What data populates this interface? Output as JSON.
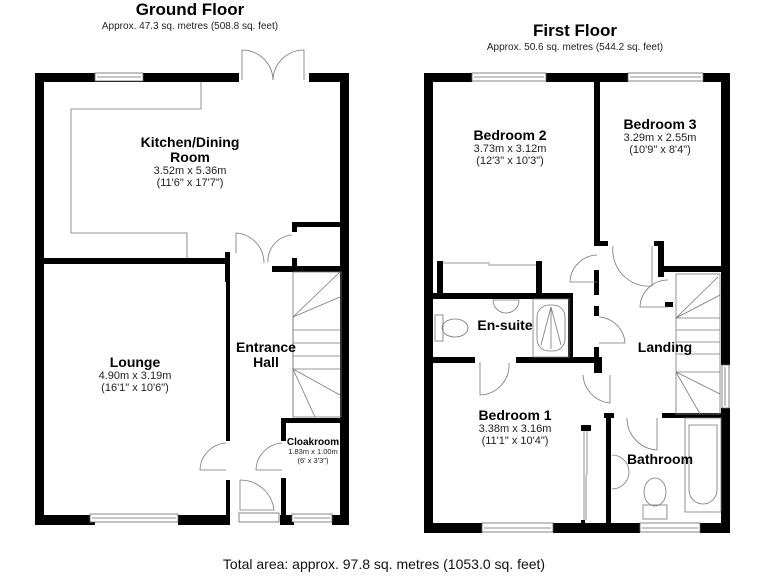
{
  "ground_floor": {
    "title": "Ground Floor",
    "area": "Approx. 47.3 sq. metres (508.8 sq. feet)",
    "rooms": {
      "kitchen": {
        "name": "Kitchen/Dining Room",
        "name_line1": "Kitchen/Dining",
        "name_line2": "Room",
        "metric": "3.52m x 5.36m",
        "imperial": "(11'6\" x 17'7\")"
      },
      "lounge": {
        "name": "Lounge",
        "metric": "4.90m x 3.19m",
        "imperial": "(16'1\" x 10'6\")"
      },
      "entrance_hall": {
        "name": "Entrance Hall",
        "name_line1": "Entrance",
        "name_line2": "Hall"
      },
      "cloakroom": {
        "name": "Cloakroom",
        "metric": "1.83m x 1.00m",
        "imperial": "(6' x 3'3\")"
      }
    }
  },
  "first_floor": {
    "title": "First Floor",
    "area": "Approx. 50.6 sq. metres (544.2 sq. feet)",
    "rooms": {
      "bedroom2": {
        "name": "Bedroom 2",
        "metric": "3.73m x 3.12m",
        "imperial": "(12'3\" x 10'3\")"
      },
      "bedroom3": {
        "name": "Bedroom 3",
        "metric": "3.29m x 2.55m",
        "imperial": "(10'9\" x 8'4\")"
      },
      "ensuite": {
        "name": "En-suite"
      },
      "landing": {
        "name": "Landing"
      },
      "bedroom1": {
        "name": "Bedroom 1",
        "metric": "3.38m x 3.16m",
        "imperial": "(11'1\" x 10'4\")"
      },
      "bathroom": {
        "name": "Bathroom"
      }
    }
  },
  "total_area": "Total area: approx. 97.8 sq. metres (1053.0 sq. feet)",
  "colors": {
    "wall": "#000000",
    "fixture": "#888888",
    "background": "#ffffff"
  }
}
